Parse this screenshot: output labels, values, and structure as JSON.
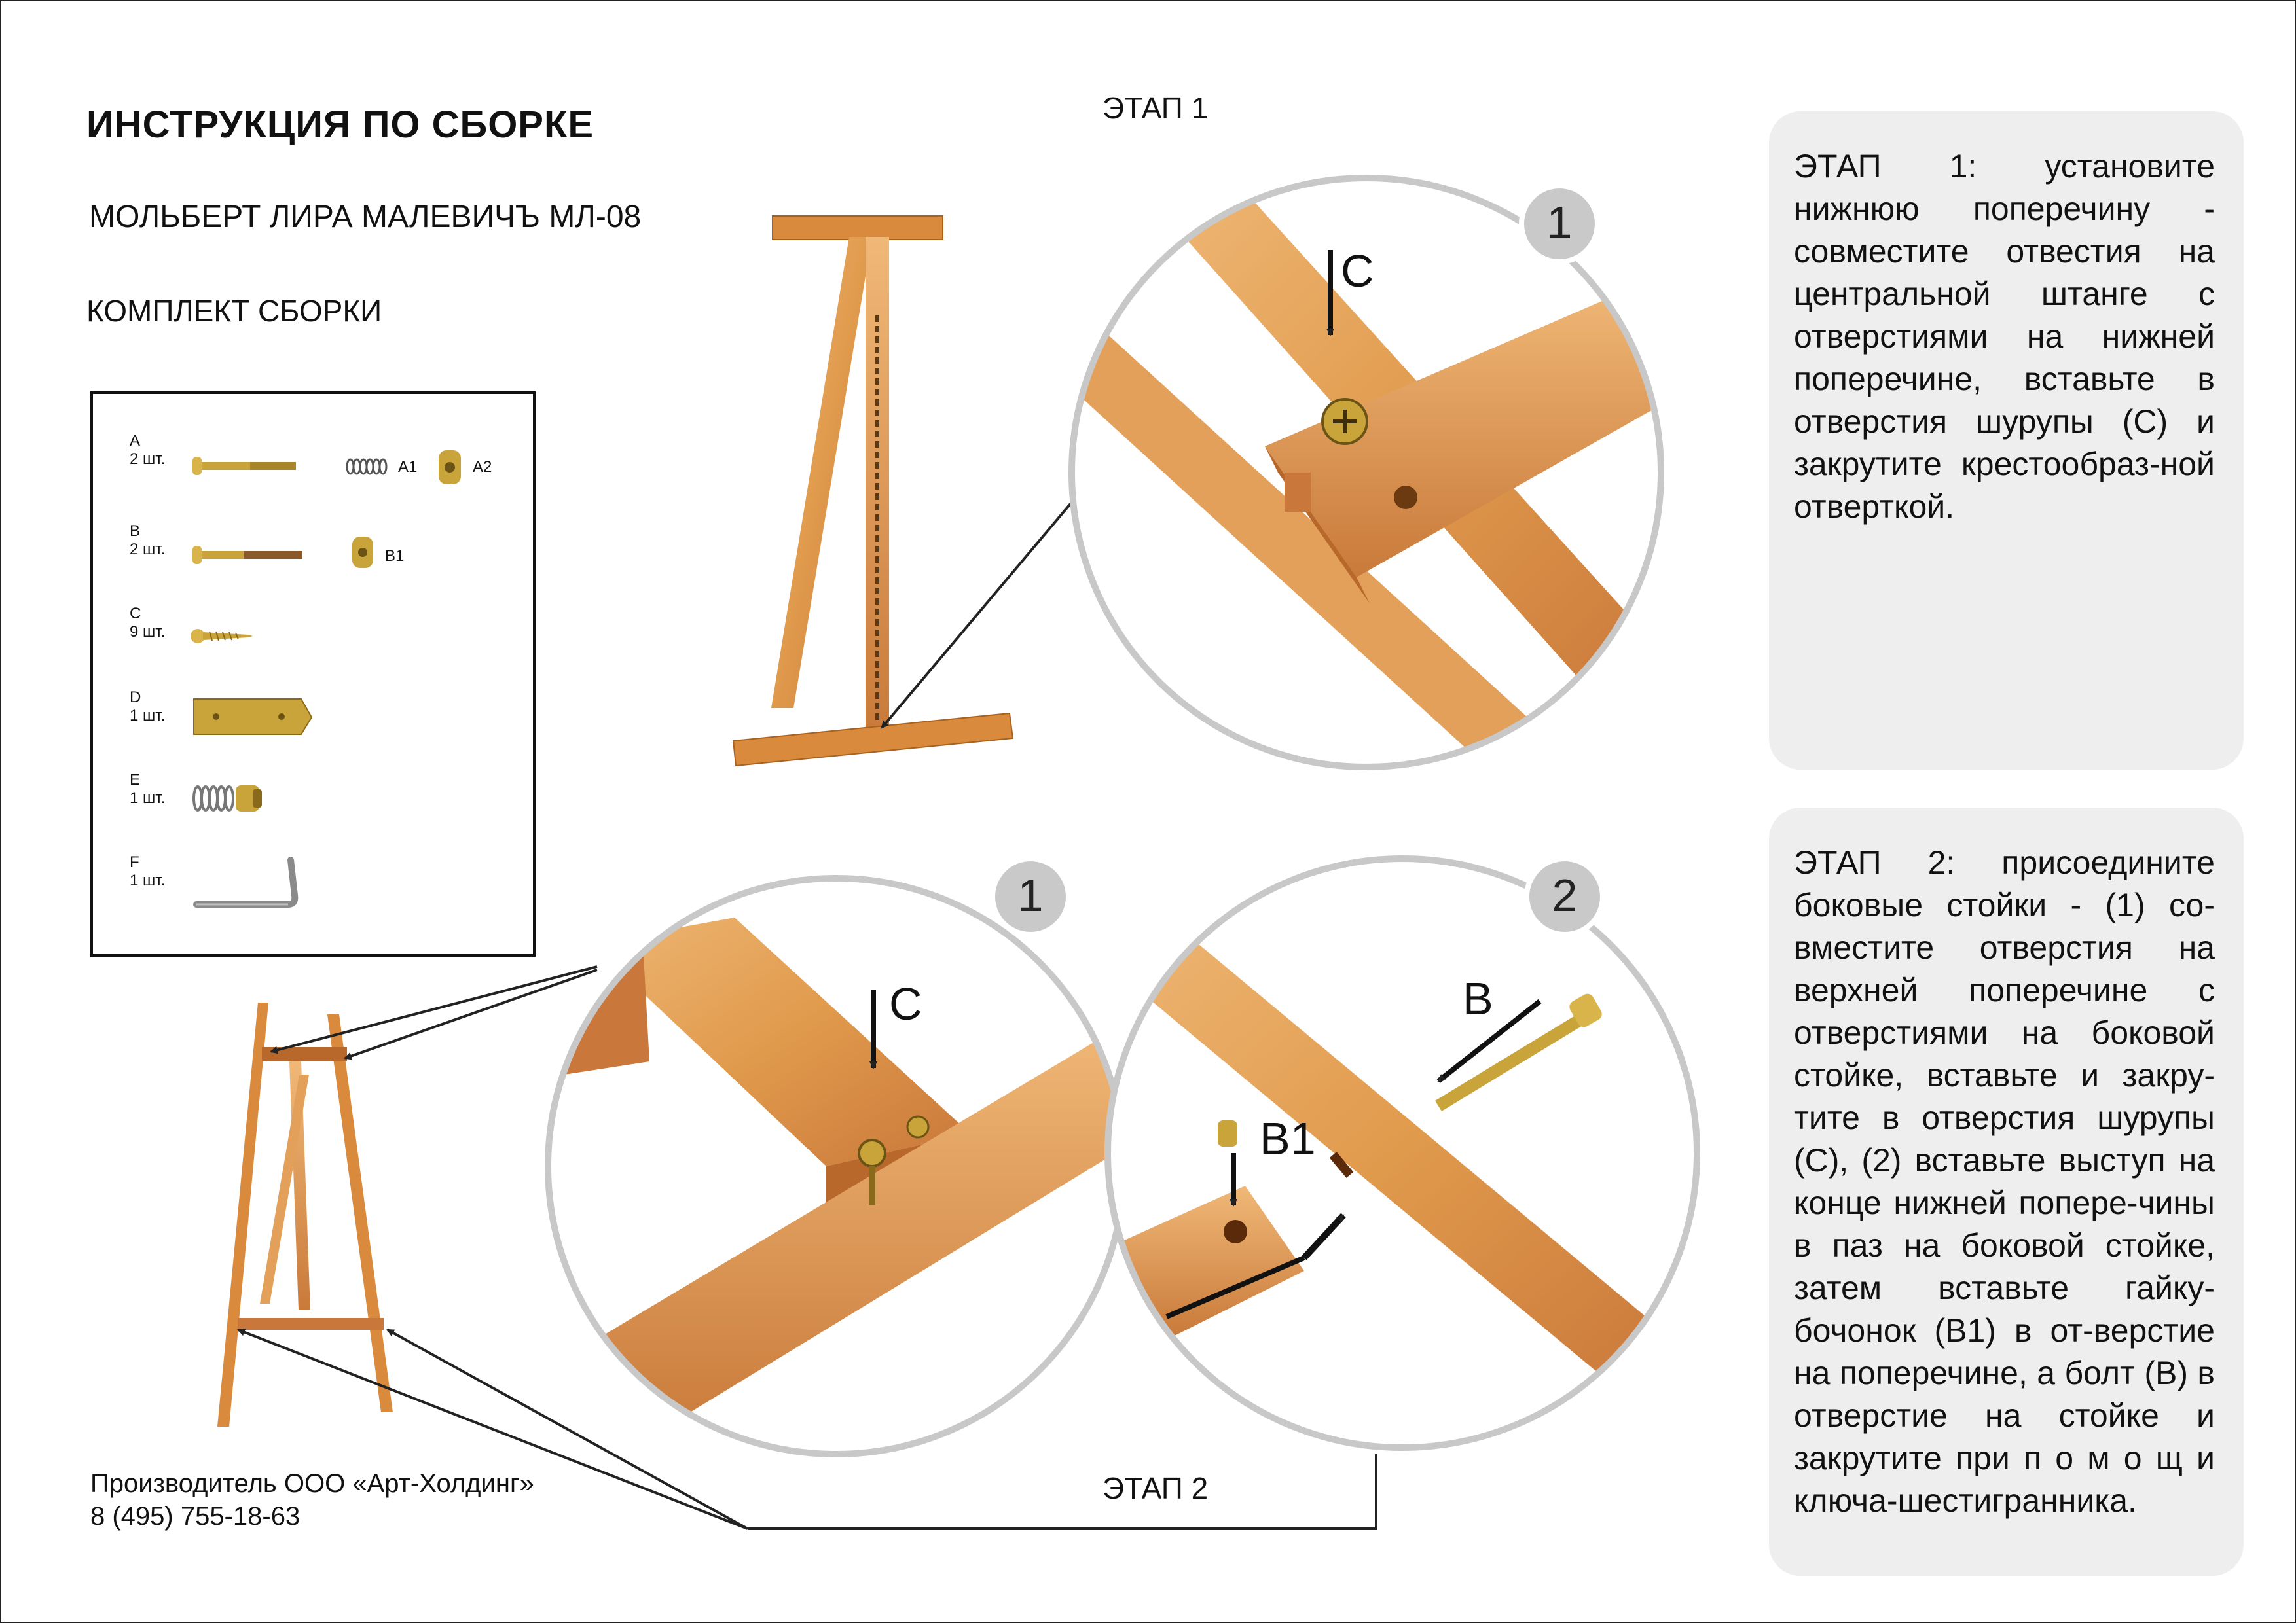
{
  "title": "ИНСТРУКЦИЯ ПО СБОРКЕ",
  "subtitle": "МОЛЬБЕРТ ЛИРА МАЛЕВИЧЪ МЛ-08",
  "kit_title": "КОМПЛЕКТ СБОРКИ",
  "stage1_label": "ЭТАП 1",
  "stage2_label": "ЭТАП 2",
  "parts": [
    {
      "letter": "A",
      "qty": "2 шт.",
      "extra1": "A1",
      "extra2": "A2"
    },
    {
      "letter": "B",
      "qty": "2 шт.",
      "extra1": "B1"
    },
    {
      "letter": "C",
      "qty": "9 шт."
    },
    {
      "letter": "D",
      "qty": "1 шт."
    },
    {
      "letter": "E",
      "qty": "1 шт."
    },
    {
      "letter": "F",
      "qty": "1 шт."
    }
  ],
  "circles": {
    "step1": {
      "number": "1",
      "label_c": "C"
    },
    "step2a": {
      "number": "1",
      "label_c": "C"
    },
    "step2b": {
      "number": "2",
      "label_b": "B",
      "label_b1": "B1"
    }
  },
  "panel1_text": "ЭТАП 1: установите нижнюю поперечину - совместите отвестия на центральной штанге с отверстиями на нижней поперечине, вставьте в отверстия шурупы (С) и закрутите крестообраз-ной отверткой.",
  "panel2_text": "ЭТАП 2: присоедините боковые стойки - (1) со-вместите отверстия на верхней поперечине с отверстиями на боковой стойке, вставьте и закру-тите в отверстия шурупы (С), (2) вставьте выступ на конце нижней попере-чины в паз на боковой стойке, затем вставьте гайку-бочонок (В1) в от-верстие на поперечине, а болт (В) в отверстие на стойке и закрутите при п о м о щ и ключа-шестигранника.",
  "producer_line1": "Производитель ООО «Арт-Холдинг»",
  "producer_line2": "8 (495) 755-18-63",
  "colors": {
    "wood_light": "#e8a861",
    "wood_mid": "#d98a3c",
    "wood_dark": "#b8682a",
    "circle_border": "#c8c8c8",
    "badge_fill": "#c9c9c9",
    "panel_bg": "#eeeeee",
    "brass": "#c9a43a"
  }
}
